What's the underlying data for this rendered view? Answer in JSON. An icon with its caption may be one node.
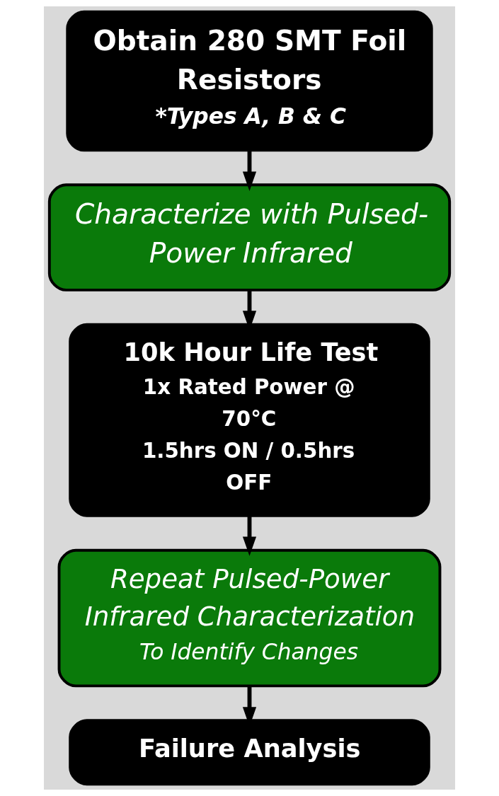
{
  "diagram": {
    "nodes": [
      {
        "text": [
          "Obtain 280 SMT Foil Resistors",
          "*Types A, B & C"
        ]
      },
      {
        "text": [
          "Characterize with Pulsed-Power Infrared"
        ]
      },
      {
        "text": [
          "10k Hour Life Test",
          "1x Rated Power @ 70°C",
          "1.5hrs ON / 0.5hrs OFF"
        ]
      },
      {
        "text": [
          "Repeat Pulsed-Power Infrared Characterization",
          "To Identify Changes"
        ]
      },
      {
        "text": [
          "Failure Analysis"
        ]
      }
    ],
    "edges": [
      {
        "from": 0,
        "to": 1,
        "arrow": "to"
      },
      {
        "from": 1,
        "to": 2,
        "arrow": "to"
      },
      {
        "from": 2,
        "to": 3,
        "arrow": "to"
      },
      {
        "from": 3,
        "to": 4,
        "arrow": "to"
      }
    ]
  }
}
